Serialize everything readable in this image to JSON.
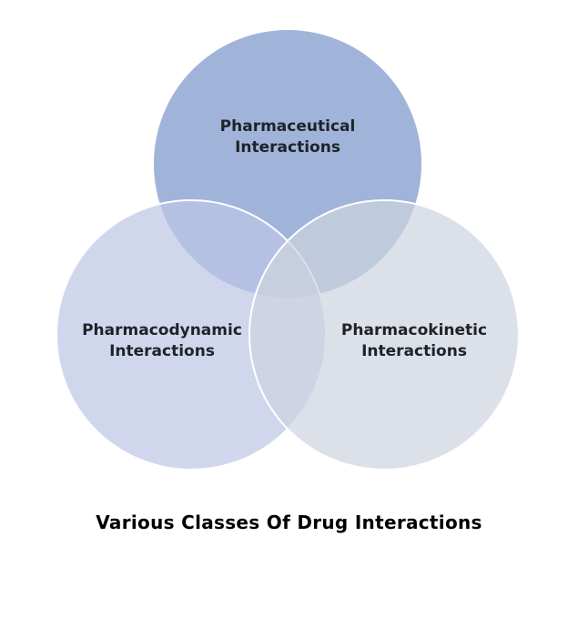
{
  "diagram": {
    "type": "venn",
    "circles": [
      {
        "id": "pharmaceutical",
        "line1": "Pharmaceutical",
        "line2": "Interactions",
        "fill": "#8fa7d4"
      },
      {
        "id": "pharmacodynamic",
        "line1": "Pharmacodynamic",
        "line2": "Interactions",
        "fill": "#bcc6e6"
      },
      {
        "id": "pharmacokinetic",
        "line1": "Pharmacokinetic",
        "line2": "Interactions",
        "fill": "#cdd3de"
      }
    ],
    "stroke_color": "#ffffff"
  },
  "caption": "Various Classes Of Drug Interactions"
}
